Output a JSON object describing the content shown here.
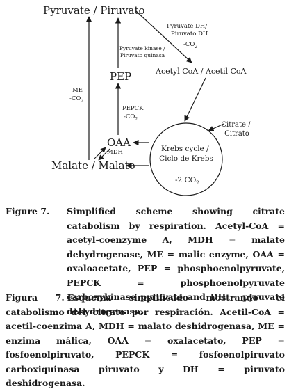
{
  "nodes": {
    "pyruvate": "Pyruvate / Piruvato",
    "acetyl_coa": "Acetyl CoA / Acetil CoA",
    "pep": "PEP",
    "oaa": "OAA",
    "malate": "Malate / Malato",
    "krebs_line1": "Krebs cycle /",
    "krebs_line2": "Ciclo de Krebs",
    "krebs_co2": "-2 CO",
    "citrate_line1": "Citrate /",
    "citrate_line2": "Citrato"
  },
  "enzymes": {
    "pdh_line1": "Pyruvate DH/",
    "pdh_line2": "Piruvato DH",
    "pdh_co2": "-CO",
    "pk_line1": "Pyruvate kinase /",
    "pk_line2": "Piruvato quinasa",
    "pepck": "PEPCK",
    "pepck_co2": "-CO",
    "me": "ME",
    "me_co2": "-CO",
    "mdh": "MDH",
    "subscript_two": "2"
  },
  "captions": {
    "en_label": "Figure 7.",
    "en_text": "Simplified scheme showing citrate catabolism by respiration. Acetyl-CoA = acetyl-coenzyme A, MDH = malate dehydrogenase, ME = malic enzyme, OAA = oxaloacetate, PEP = phosphoenolpyruvate, PEPCK = phosphoenolpyruvate carboxykinase pyruvate and DH = pyruvate dehydrogenase.",
    "es_label": "Figura 7.",
    "es_text": "Esquema simplificado mostrando el catabolismo del citrato por respiración. Acetil-CoA = acetil-coenzima A, MDH = malato deshidrogenasa, ME = enzima málica, OAA = oxalacetato, PEP = fosfoenolpiruvato, PEPCK = fosfoenolpiruvato carboxiquinasa piruvato y DH = piruvato deshidrogenasa."
  }
}
